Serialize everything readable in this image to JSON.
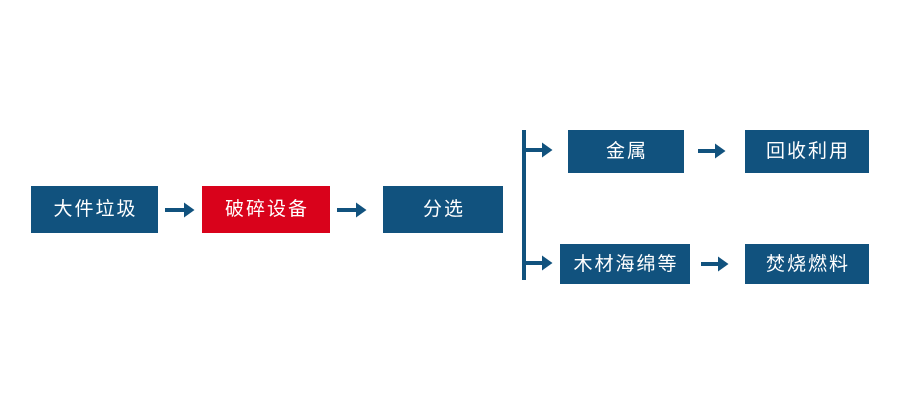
{
  "diagram": {
    "title": "",
    "colors": {
      "node_blue": "#11527E",
      "node_red": "#D9021B",
      "arrow_blue": "#11527E",
      "background": "#FFFFFF",
      "node_text": "#FFFFFF"
    },
    "main_row": {
      "nodes": [
        {
          "id": "bulky",
          "label": "大件垃圾",
          "color": "blue"
        },
        {
          "id": "crusher",
          "label": "破碎设备",
          "color": "red"
        },
        {
          "id": "sorting",
          "label": "分选",
          "color": "blue"
        }
      ],
      "connectors": [
        {
          "id": "arrow-1",
          "icon": "arrow-right-icon"
        },
        {
          "id": "arrow-2",
          "icon": "arrow-right-icon"
        }
      ]
    },
    "branch": {
      "spine_icon": "branch-split-line",
      "branches": [
        {
          "id": "top",
          "branch_arrow_icon": "branch-arrow-right-icon",
          "nodes": [
            {
              "id": "metal",
              "label": "金属",
              "color": "blue"
            },
            {
              "id": "recycle",
              "label": "回收利用",
              "color": "blue"
            }
          ],
          "connector": {
            "id": "arrow-3",
            "icon": "arrow-right-icon"
          }
        },
        {
          "id": "bottom",
          "branch_arrow_icon": "branch-arrow-right-icon",
          "nodes": [
            {
              "id": "wood",
              "label": "木材海绵等",
              "color": "blue"
            },
            {
              "id": "fuel",
              "label": "焚烧燃料",
              "color": "blue"
            }
          ],
          "connector": {
            "id": "arrow-4",
            "icon": "arrow-right-icon"
          }
        }
      ]
    }
  }
}
